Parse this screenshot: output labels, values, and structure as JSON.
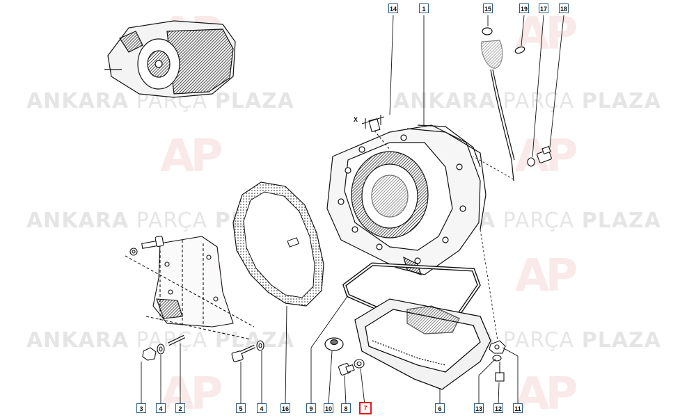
{
  "watermark": {
    "brand_bold_1": "ANKARA",
    "brand_light": "PARÇA",
    "brand_bold_2": "PLAZA",
    "logo_text": "AP",
    "brand_color": "#cc2a2a"
  },
  "diagram": {
    "selected_part": "7",
    "label_color": "#2b5c8a",
    "selected_color": "#e0191e",
    "callouts": [
      "14",
      "1",
      "15",
      "19",
      "17",
      "18",
      "3",
      "4",
      "2",
      "5",
      "4",
      "16",
      "9",
      "10",
      "8",
      "7",
      "6",
      "13",
      "12",
      "11"
    ],
    "dimension_marker": "X"
  }
}
